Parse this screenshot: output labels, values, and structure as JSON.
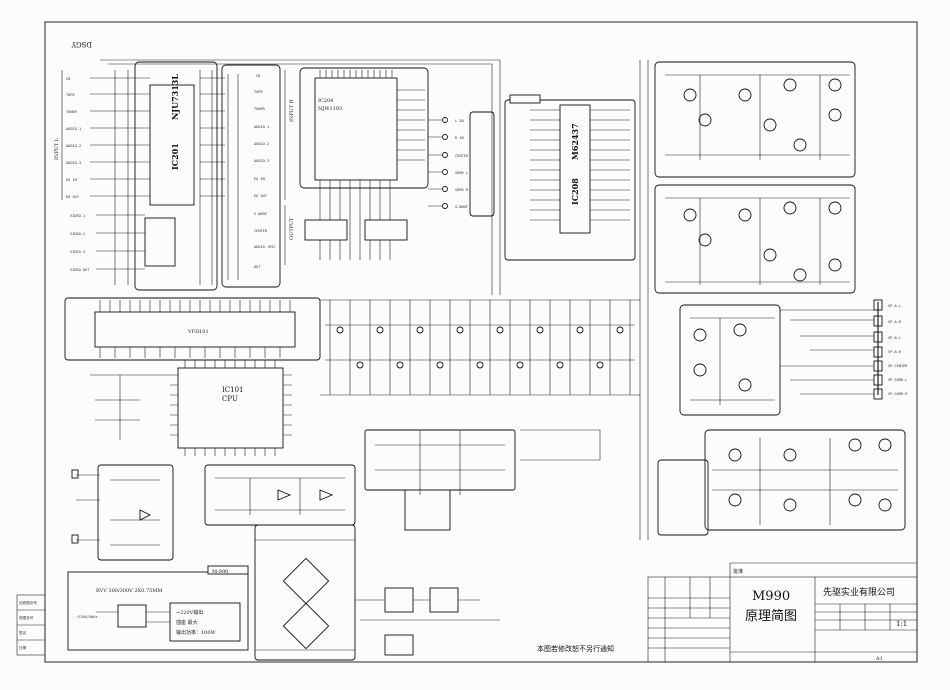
{
  "mirror_stamp": "DSGY",
  "input_l": {
    "group_label": "INPUT L",
    "items": [
      "CD",
      "TAPE",
      "TUNER",
      "AUDIO-1",
      "AUDIO-2",
      "AUDIO-3",
      "EQ IN",
      "EQ OUT"
    ]
  },
  "video_inputs": [
    "VIDEO-1",
    "VIDEO-2",
    "VIDEO-3",
    "VIDEO\nOUT"
  ],
  "input_r": {
    "group_label": "INPUT R",
    "items": [
      "CD",
      "TAPE",
      "TUNER",
      "AUDIO-1",
      "AUDIO-2",
      "AUDIO-3",
      "EQ IN",
      "EQ OUT"
    ]
  },
  "output": {
    "group_label": "OUTPUT",
    "items": [
      "S.WOOF",
      "CENTER",
      "AUDIO\n/MIC",
      "OUT"
    ]
  },
  "ics": {
    "ic201": {
      "ref": "IC201",
      "part": "NJU7313L"
    },
    "ic204": {
      "ref": "IC204",
      "part": "NJW1103"
    },
    "ic208": {
      "ref": "IC208",
      "part": "M62437"
    },
    "vfd": {
      "ref": "VFD101"
    },
    "cpu": {
      "ref": "IC101",
      "part": "CPU"
    }
  },
  "channel_outs": [
    "L IN",
    "R IN",
    "CENTER",
    "SURR L",
    "SURR R",
    "S.WOOF"
  ],
  "speaker_outs": [
    "SP-A-L",
    "SP-A-R",
    "SP-B-L",
    "SP-B-R",
    "SP-CENTER",
    "SP-SURR-L",
    "SP-SURR-R"
  ],
  "power": {
    "model_tag": "M-990",
    "cable": "RVV 300/300V 2X0.75MM",
    "mains": "~220V/50Hz",
    "spec_1": "~220V输出",
    "spec_2": "插座 最大",
    "spec_3": "输出功率：100W"
  },
  "footer_note": "本图若修改恕不另行通知",
  "title_block": {
    "drawing_title_1": "M990",
    "drawing_title_2": "原理简图",
    "company": "先驱实业有限公司",
    "scale": "1:1",
    "sheet_size": "A1",
    "approve": "批准"
  },
  "left_margin_table": [
    "旧底图总号",
    "底图总号",
    "签名",
    "日期"
  ]
}
